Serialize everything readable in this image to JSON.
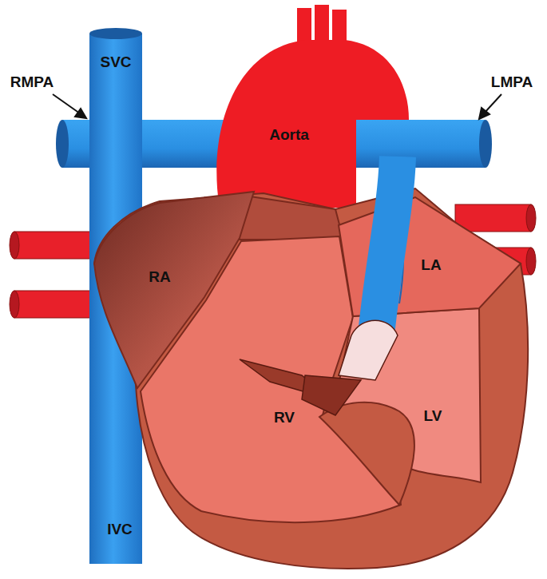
{
  "diagram": {
    "labels": [
      "RMPA",
      "SVC",
      "LMPA",
      "Aorta",
      "RA",
      "LA",
      "RV",
      "LV",
      "IVC"
    ]
  }
}
